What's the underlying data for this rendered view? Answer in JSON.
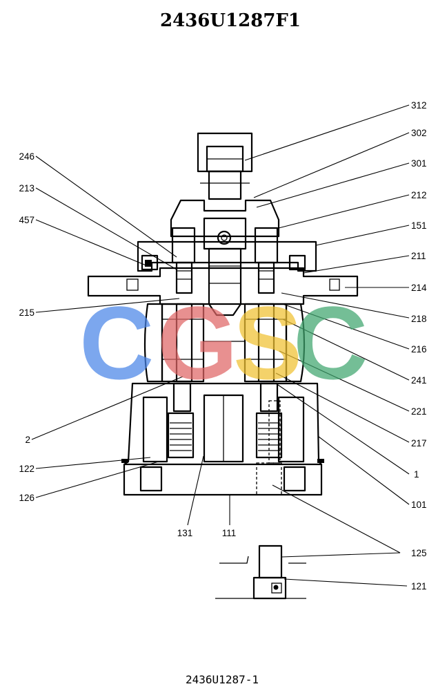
{
  "title": "2436U1287F1",
  "footer": "2436U1287-1",
  "watermark": {
    "letters": [
      {
        "char": "C",
        "color": "#4a86e8"
      },
      {
        "char": "G",
        "color": "#e06666"
      },
      {
        "char": "S",
        "color": "#f1c232"
      },
      {
        "char": "C",
        "color": "#3fa66e"
      }
    ]
  },
  "callouts": {
    "c312": "312",
    "c302": "302",
    "c301": "301",
    "c212": "212",
    "c151": "151",
    "c211": "211",
    "c214": "214",
    "c218": "218",
    "c216": "216",
    "c241": "241",
    "c221": "221",
    "c217": "217",
    "c1": "1",
    "c101": "101",
    "c125": "125",
    "c121": "121",
    "c246": "246",
    "c213": "213",
    "c457": "457",
    "c215": "215",
    "c2": "2",
    "c122": "122",
    "c126": "126",
    "c131": "131",
    "c111": "111"
  }
}
